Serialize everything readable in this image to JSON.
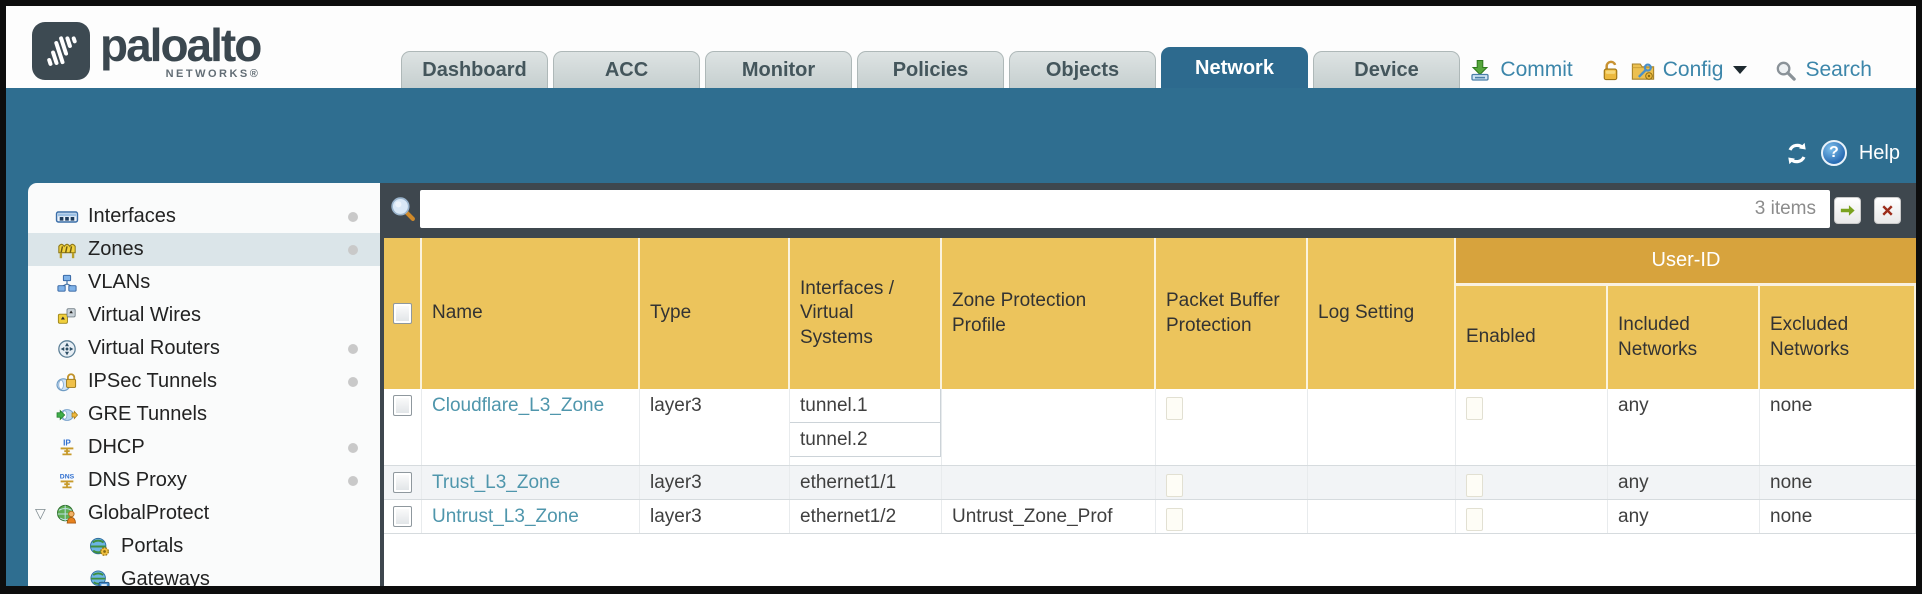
{
  "brand": {
    "name": "paloalto",
    "sub": "NETWORKS®"
  },
  "tabs": [
    {
      "label": "Dashboard",
      "active": false
    },
    {
      "label": "ACC",
      "active": false
    },
    {
      "label": "Monitor",
      "active": false
    },
    {
      "label": "Policies",
      "active": false
    },
    {
      "label": "Objects",
      "active": false
    },
    {
      "label": "Network",
      "active": true
    },
    {
      "label": "Device",
      "active": false
    }
  ],
  "actions": {
    "commit": "Commit",
    "config": "Config",
    "search": "Search"
  },
  "band": {
    "help_label": "Help"
  },
  "search": {
    "value": "",
    "items_count": "3 items"
  },
  "sidebar": {
    "items": [
      {
        "label": "Interfaces",
        "icon": "interfaces-icon",
        "dot": true
      },
      {
        "label": "Zones",
        "icon": "zones-icon",
        "dot": true,
        "selected": true
      },
      {
        "label": "VLANs",
        "icon": "vlans-icon"
      },
      {
        "label": "Virtual Wires",
        "icon": "virtual-wires-icon"
      },
      {
        "label": "Virtual Routers",
        "icon": "virtual-routers-icon",
        "dot": true
      },
      {
        "label": "IPSec Tunnels",
        "icon": "ipsec-tunnels-icon",
        "dot": true
      },
      {
        "label": "GRE Tunnels",
        "icon": "gre-tunnels-icon"
      },
      {
        "label": "DHCP",
        "icon": "dhcp-icon",
        "dot": true
      },
      {
        "label": "DNS Proxy",
        "icon": "dns-proxy-icon",
        "dot": true
      },
      {
        "label": "GlobalProtect",
        "icon": "globalprotect-icon",
        "expander": true
      },
      {
        "label": "Portals",
        "icon": "portals-icon",
        "indent": 1
      },
      {
        "label": "Gateways",
        "icon": "gateways-icon",
        "indent": 1
      }
    ]
  },
  "table": {
    "group_header": "User-ID",
    "columns_full": [
      "Name",
      "Type",
      "Interfaces / Virtual Systems",
      "Zone Protection Profile",
      "Packet Buffer Protection",
      "Log Setting"
    ],
    "columns_user_id": [
      "Enabled",
      "Included Networks",
      "Excluded Networks"
    ],
    "rows": [
      {
        "name": "Cloudflare_L3_Zone",
        "type": "layer3",
        "interfaces": [
          "tunnel.1",
          "tunnel.2"
        ],
        "zone_protection_profile": "",
        "packet_buffer_protection": false,
        "log_setting": "",
        "user_id_enabled": false,
        "included_networks": "any",
        "excluded_networks": "none"
      },
      {
        "name": "Trust_L3_Zone",
        "type": "layer3",
        "interfaces": [
          "ethernet1/1"
        ],
        "zone_protection_profile": "",
        "packet_buffer_protection": false,
        "log_setting": "",
        "user_id_enabled": false,
        "included_networks": "any",
        "excluded_networks": "none"
      },
      {
        "name": "Untrust_L3_Zone",
        "type": "layer3",
        "interfaces": [
          "ethernet1/2"
        ],
        "zone_protection_profile": "Untrust_Zone_Prof",
        "packet_buffer_protection": false,
        "log_setting": "",
        "user_id_enabled": false,
        "included_networks": "any",
        "excluded_networks": "none"
      }
    ]
  },
  "colors": {
    "accent_teal": "#2d6a8e",
    "header_yellow": "#ecc45c",
    "group_band": "#d7a33d",
    "link_blue": "#4f96ac",
    "dark_bar": "#3e474e"
  }
}
